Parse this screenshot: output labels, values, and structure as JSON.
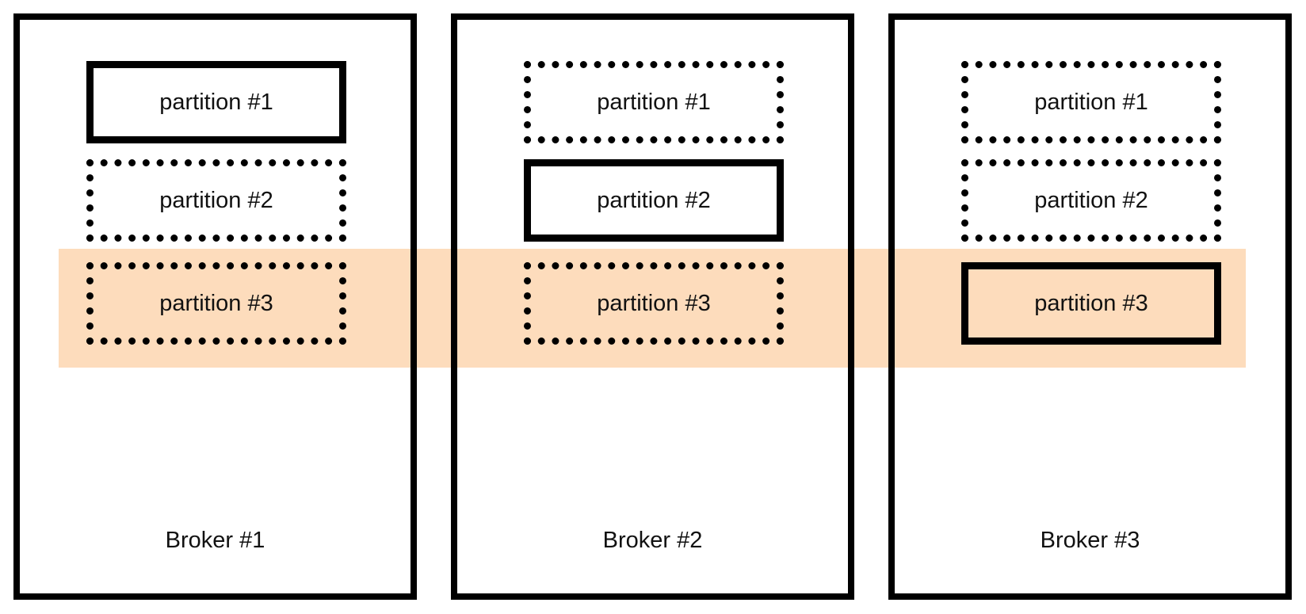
{
  "highlight_color": "#fddcbc",
  "brokers": [
    {
      "label": "Broker #1",
      "partitions": [
        {
          "label": "partition #1",
          "role": "leader"
        },
        {
          "label": "partition #2",
          "role": "replica"
        },
        {
          "label": "partition #3",
          "role": "replica"
        }
      ]
    },
    {
      "label": "Broker #2",
      "partitions": [
        {
          "label": "partition #1",
          "role": "replica"
        },
        {
          "label": "partition #2",
          "role": "leader"
        },
        {
          "label": "partition #3",
          "role": "replica"
        }
      ]
    },
    {
      "label": "Broker #3",
      "partitions": [
        {
          "label": "partition #1",
          "role": "replica"
        },
        {
          "label": "partition #2",
          "role": "replica"
        },
        {
          "label": "partition #3",
          "role": "leader"
        }
      ]
    }
  ]
}
